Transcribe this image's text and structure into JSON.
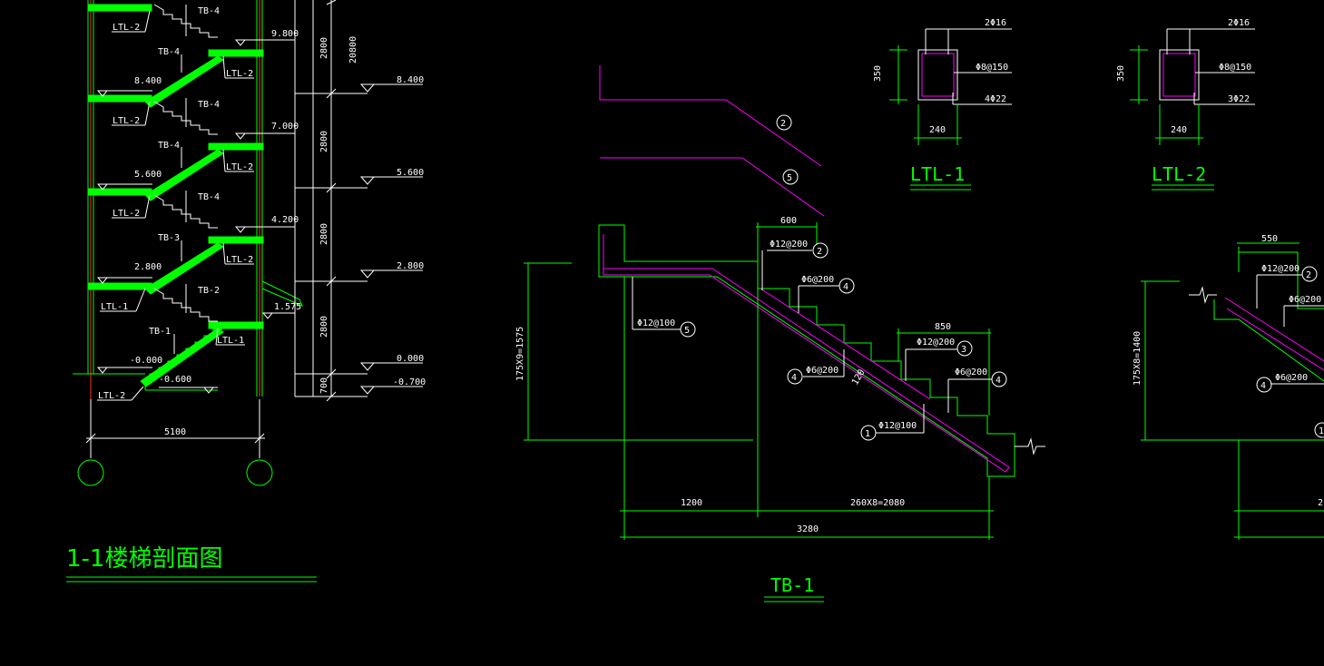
{
  "section": {
    "title": "1-1楼梯剖面图",
    "elevations": [
      "9.800",
      "8.400",
      "7.000",
      "5.600",
      "4.200",
      "2.800",
      "1.575",
      "-0.000",
      "-0.600"
    ],
    "right_elevations": [
      "8.400",
      "5.600",
      "2.800",
      "0.000",
      "-0.700"
    ],
    "beam_labels": [
      "LTL-2",
      "LTL-2",
      "LTL-2",
      "LTL-2",
      "LTL-1",
      "LTL-1",
      "LTL-2"
    ],
    "slab_labels": [
      "TB-4",
      "TB-4",
      "TB-4",
      "TB-4",
      "TB-4",
      "TB-3",
      "TB-2",
      "TB-1"
    ],
    "dims": [
      "2800",
      "2800",
      "2800",
      "2800",
      "700"
    ],
    "total_dim": "20800",
    "width_dim": "5100"
  },
  "tb1": {
    "title": "TB-1",
    "left_dim": "175X9=1575",
    "dim_600": "600",
    "dim_850": "850",
    "dim_1200": "1200",
    "dim_steps": "260X8=2080",
    "dim_total": "3280",
    "thickness": "120",
    "rebars": [
      {
        "mark": "2",
        "spec": "Φ12@200"
      },
      {
        "mark": "4",
        "spec": "Φ6@200"
      },
      {
        "mark": "5",
        "spec": "Φ12@100"
      },
      {
        "mark": "4",
        "spec": "Φ6@200"
      },
      {
        "mark": "3",
        "spec": "Φ12@200"
      },
      {
        "mark": "4",
        "spec": "Φ6@200"
      },
      {
        "mark": "1",
        "spec": "Φ12@100"
      }
    ],
    "detail_marks": [
      "2",
      "5"
    ]
  },
  "ltl1": {
    "title": "LTL-1",
    "top": "2Φ16",
    "stirrup": "Φ8@150",
    "bottom": "4Φ22",
    "height": "350",
    "width": "240"
  },
  "ltl2": {
    "title": "LTL-2",
    "top": "2Φ16",
    "stirrup": "Φ8@150",
    "bottom": "3Φ22",
    "height": "350",
    "width": "240"
  },
  "tb2": {
    "dim_550": "550",
    "left_dim": "175X8=1400",
    "rebars": [
      {
        "mark": "2",
        "spec": "Φ12@200"
      },
      {
        "mark": "",
        "spec": "Φ6@200"
      },
      {
        "mark": "4",
        "spec": "Φ6@200"
      },
      {
        "mark": "1",
        "spec": ""
      }
    ],
    "bottom_text": "2"
  },
  "colors": {
    "green": "#00ff00",
    "white": "#ffffff",
    "magenta": "#ff00ff",
    "background": "#000000"
  }
}
